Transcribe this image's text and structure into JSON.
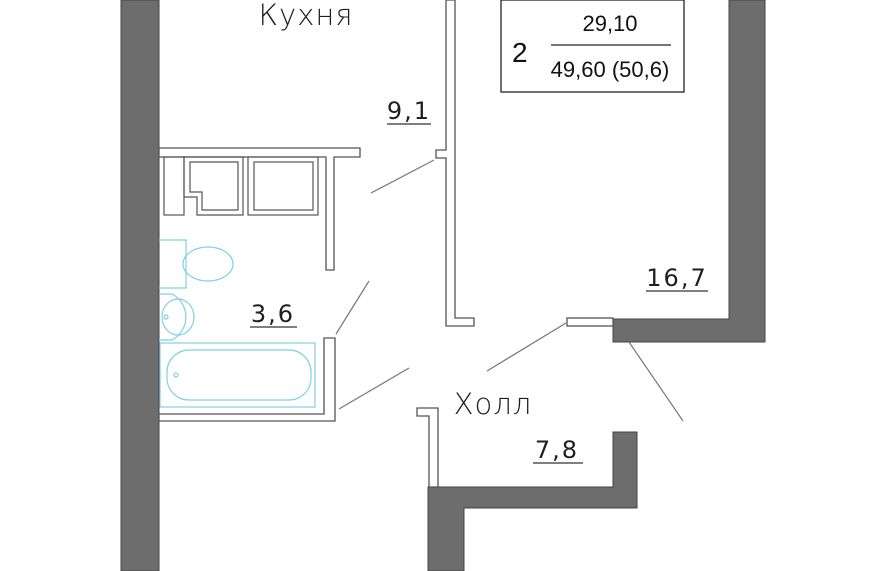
{
  "apartment": {
    "rooms_count": "2",
    "living_area": "29,10",
    "total_area": "49,60 (50,6)"
  },
  "rooms": {
    "kitchen": {
      "name": "Кухня",
      "area": "9,1"
    },
    "bathroom": {
      "area": "3,6"
    },
    "room": {
      "area": "16,7"
    },
    "hall": {
      "name": "Холл",
      "area": "7,8"
    }
  },
  "colors": {
    "wall_fill": "#6d6d6d",
    "wall_outline": "#444444",
    "line": "#555555",
    "fixture": "#7fd0e4"
  }
}
